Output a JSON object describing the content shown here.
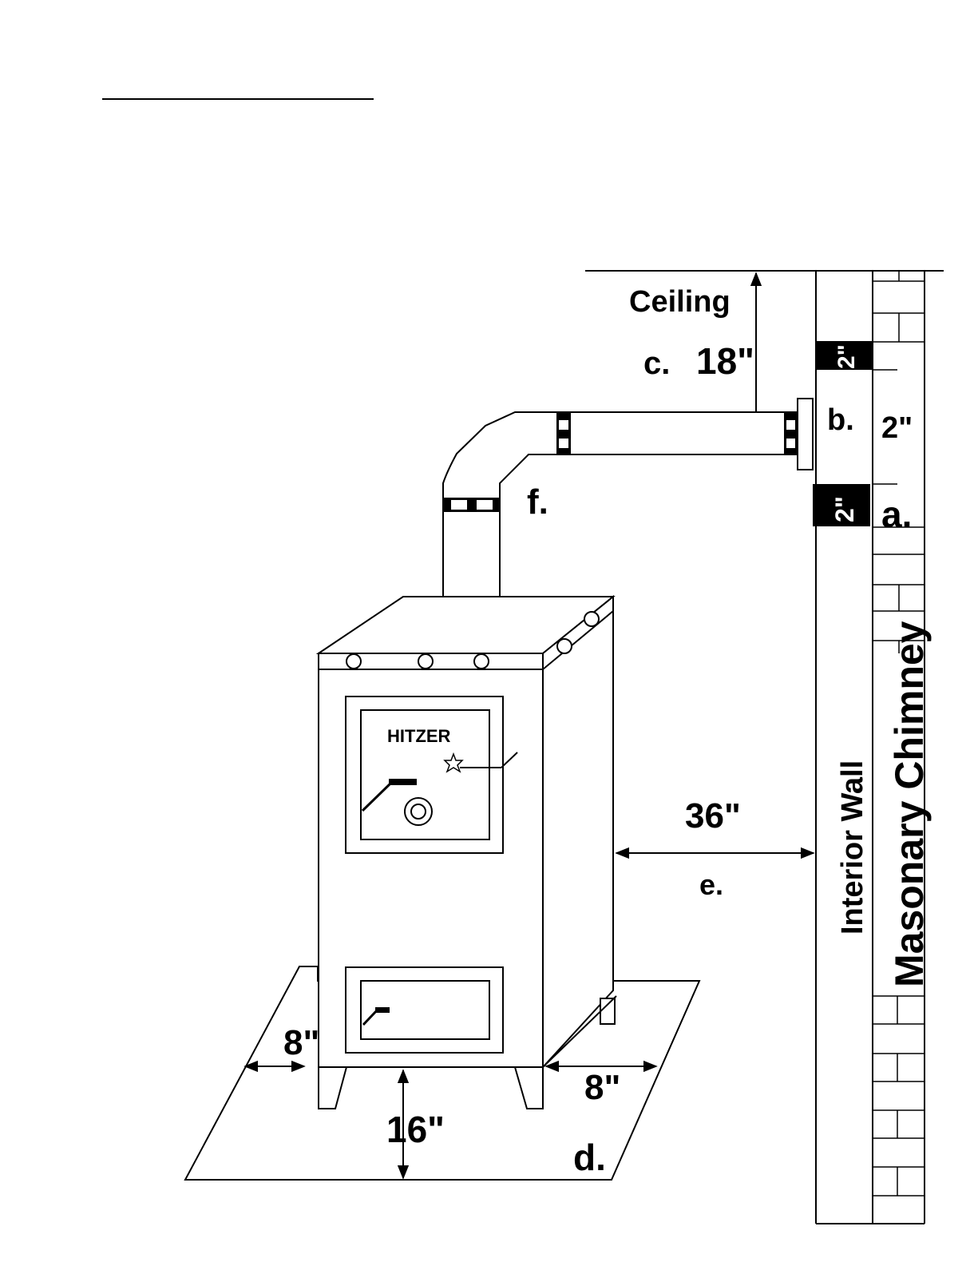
{
  "labels": {
    "ceiling": "Ceiling",
    "ceiling_letter": "c.",
    "ceiling_clearance": "18\"",
    "thimble_upper_gap": "2\"",
    "thimble_letter": "b.",
    "thimble_depth": "2\"",
    "thimble_lower_gap": "2\"",
    "thimble_lower_letter": "a.",
    "elbow_letter": "f.",
    "brand": "HITZER",
    "wall_clearance": "36\"",
    "wall_letter": "e.",
    "interior_wall": "Interior Wall",
    "chimney": "Masonary Chimney",
    "side_left_clearance": "8\"",
    "side_right_clearance": "8\"",
    "front_clearance": "16\"",
    "floor_pad_letter": "d."
  },
  "colors": {
    "ink": "#000000",
    "paper": "#ffffff"
  }
}
